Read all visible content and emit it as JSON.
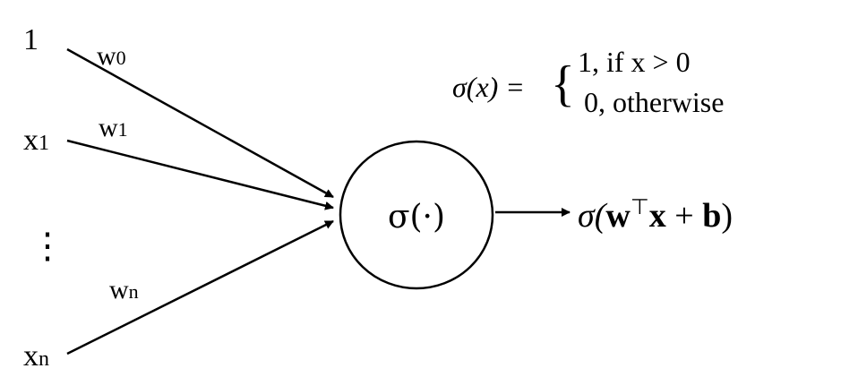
{
  "inputs": [
    {
      "label": "1",
      "weight": "w",
      "weight_sub": "0"
    },
    {
      "label": "x",
      "label_sub": "1",
      "weight": "w",
      "weight_sub": "1"
    },
    {
      "label": "x",
      "label_sub": "n",
      "weight": "w",
      "weight_sub": "n"
    }
  ],
  "ellipsis": "⋮",
  "neuron": {
    "label": "σ(·)"
  },
  "activation": {
    "lhs": "σ(x) =",
    "case1": "1,  if x > 0",
    "case2": "0,  otherwise"
  },
  "output": {
    "prefix": "σ(",
    "w": "w",
    "sup": "⊤",
    "x": "x",
    "plus": " + ",
    "b": "b",
    "suffix": ")"
  }
}
